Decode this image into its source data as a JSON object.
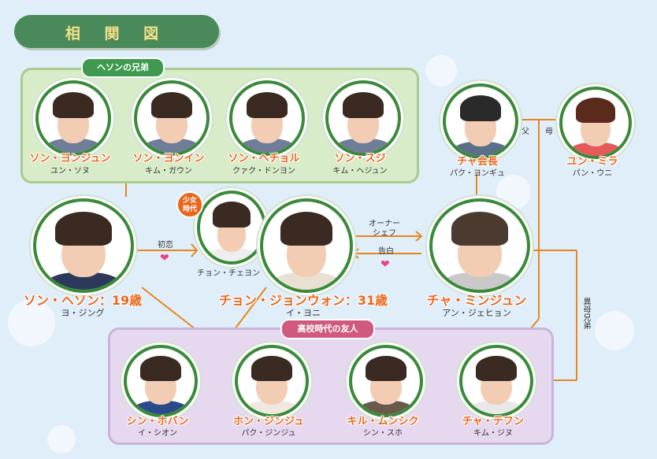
{
  "header": {
    "title": "相 関 図"
  },
  "groups": {
    "siblings": "ヘソンの兄弟",
    "friends": "高校時代の友人"
  },
  "badge": {
    "line1": "少女",
    "line2": "時代"
  },
  "relations": {
    "first_love": "初恋",
    "owner_chef_1": "オーナー",
    "owner_chef_2": "シェフ",
    "confession": "告白",
    "father": "父",
    "mother": "母",
    "half_brother": "異母兄弟"
  },
  "people": {
    "yongjun": {
      "name": "ソン・ヨンジュン",
      "actor": "ユン・ソヌ"
    },
    "yongin": {
      "name": "ソン・ヨンイン",
      "actor": "キム・ガウン"
    },
    "hechol": {
      "name": "ソン・ヘチョル",
      "actor": "クァク・ドンヨン"
    },
    "suji": {
      "name": "ソン・スジ",
      "actor": "キム・ヘジュン"
    },
    "cha_chairman": {
      "name": "チャ会長",
      "actor": "パク・ヨンギュ"
    },
    "yun_mira": {
      "name": "ユン・ミラ",
      "actor": "パン・ウニ"
    },
    "heson": {
      "name": "ソン・ヘソン：19歳",
      "actor": "ヨ・ジング"
    },
    "young_jongwon": {
      "name": "",
      "actor": "チョン・チェヨン"
    },
    "jongwon": {
      "name": "チョン・ジョンウォン：31歳",
      "actor": "イ・ヨニ"
    },
    "minjun": {
      "name": "チャ・ミンジュン",
      "actor": "アン・ジェヒョン"
    },
    "hoban": {
      "name": "シン・ホバン",
      "actor": "イ・シオン"
    },
    "jinju": {
      "name": "ホン・ジンジュ",
      "actor": "パク・ジンジュ"
    },
    "munsik": {
      "name": "キル・ムンシク",
      "actor": "シン・スホ"
    },
    "tefun": {
      "name": "チャ・テフン",
      "actor": "キム・ジヌ"
    }
  }
}
